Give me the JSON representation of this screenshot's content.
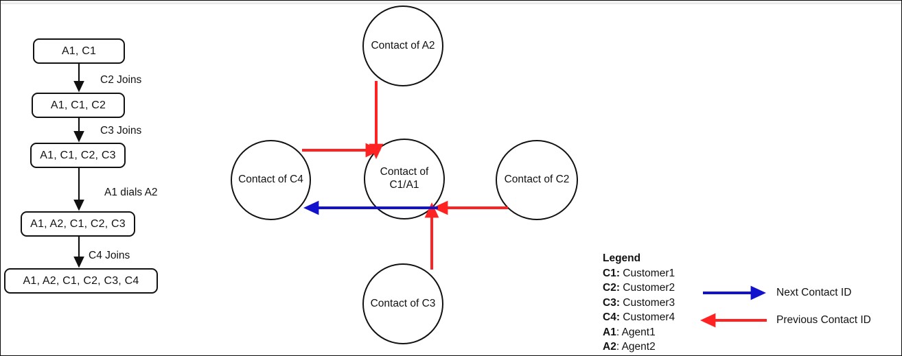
{
  "colors": {
    "stroke": "#111111",
    "next_contact_arrow": "#1212cc",
    "previous_contact_arrow": "#ff2222",
    "background": "#ffffff"
  },
  "flowchart": {
    "boxes": [
      {
        "label": "A1, C1"
      },
      {
        "label": "A1, C1, C2"
      },
      {
        "label": "A1, C1, C2, C3"
      },
      {
        "label": "A1, A2, C1, C2, C3"
      },
      {
        "label": "A1, A2, C1, C2, C3, C4"
      }
    ],
    "transitions": [
      {
        "label": "C2 Joins"
      },
      {
        "label": "C3 Joins"
      },
      {
        "label": "A1 dials A2"
      },
      {
        "label": "C4 Joins"
      }
    ]
  },
  "graph": {
    "nodes": [
      {
        "id": "a2",
        "lines": [
          "Contact of A2"
        ]
      },
      {
        "id": "c4",
        "lines": [
          "Contact of C4"
        ]
      },
      {
        "id": "center",
        "lines": [
          "Contact of",
          "C1/A1"
        ]
      },
      {
        "id": "c2",
        "lines": [
          "Contact of C2"
        ]
      },
      {
        "id": "c3",
        "lines": [
          "Contact of C3"
        ]
      }
    ],
    "edges": [
      {
        "from": "a2",
        "to": "center",
        "type": "previous",
        "color": "#ff2222"
      },
      {
        "from": "c4",
        "to": "center",
        "type": "previous",
        "color": "#ff2222"
      },
      {
        "from": "c2",
        "to": "center",
        "type": "previous",
        "color": "#ff2222"
      },
      {
        "from": "c3",
        "to": "center",
        "type": "previous",
        "color": "#ff2222"
      },
      {
        "from": "center",
        "to": "c4",
        "type": "next",
        "color": "#1212cc"
      }
    ]
  },
  "legend": {
    "title": "Legend",
    "entries": [
      {
        "key": "C1:",
        "value": " Customer1"
      },
      {
        "key": "C2:",
        "value": " Customer2"
      },
      {
        "key": "C3:",
        "value": " Customer3"
      },
      {
        "key": "C4:",
        "value": " Customer4"
      },
      {
        "key": "A1",
        "value": ": Agent1"
      },
      {
        "key": "A2",
        "value": ": Agent2"
      }
    ],
    "arrow_next_label": "Next Contact ID",
    "arrow_prev_label": "Previous Contact ID"
  }
}
